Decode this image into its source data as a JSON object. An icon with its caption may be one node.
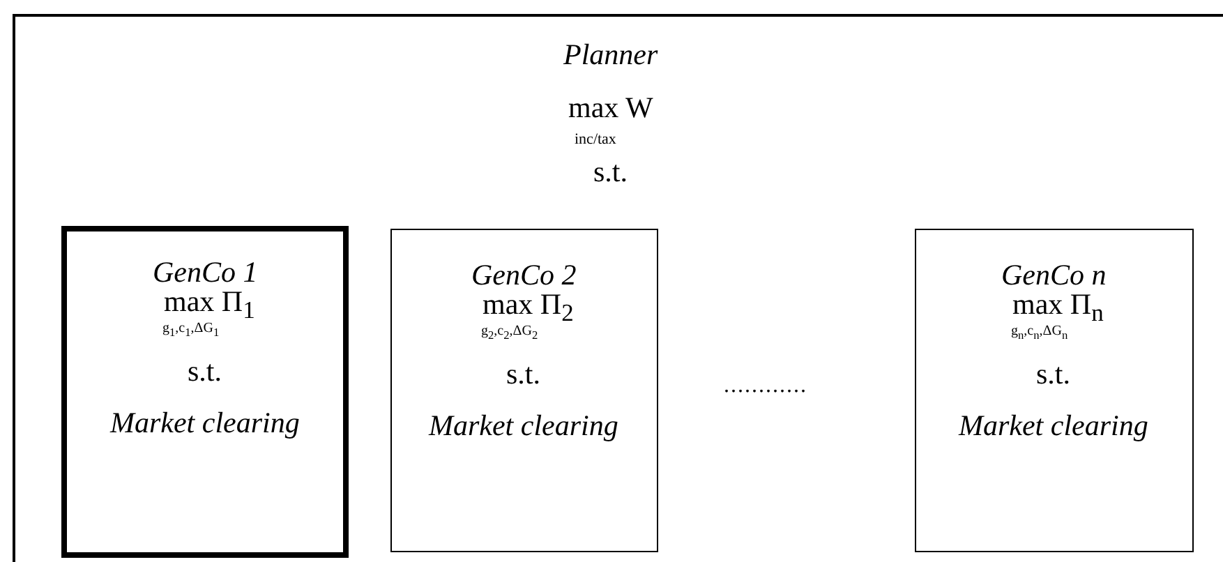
{
  "diagram": {
    "nodes": [
      {
        "text": [
          "Planner",
          "max W",
          "inc/tax",
          "s.t."
        ]
      },
      {
        "text": [
          "GenCo 1",
          "max Π$_{1}$",
          "g$_{1}$,c$_{1}$,ΔG$_{1}$",
          "s.t.",
          "Market clearing"
        ],
        "in": 0
      },
      {
        "text": [
          "GenCo 2",
          "max Π$_{2}$",
          "g$_{2}$,c$_{2}$,ΔG$_{2}$",
          "s.t.",
          "Market clearing"
        ],
        "in": 0
      },
      {
        "text": [
          "GenCo n",
          "max Π$_{n}$",
          "g$_{n}$,c$_{n}$,ΔG$_{n}$",
          "s.t.",
          "Market clearing"
        ],
        "in": 0
      }
    ],
    "labels": [
      "............"
    ]
  }
}
